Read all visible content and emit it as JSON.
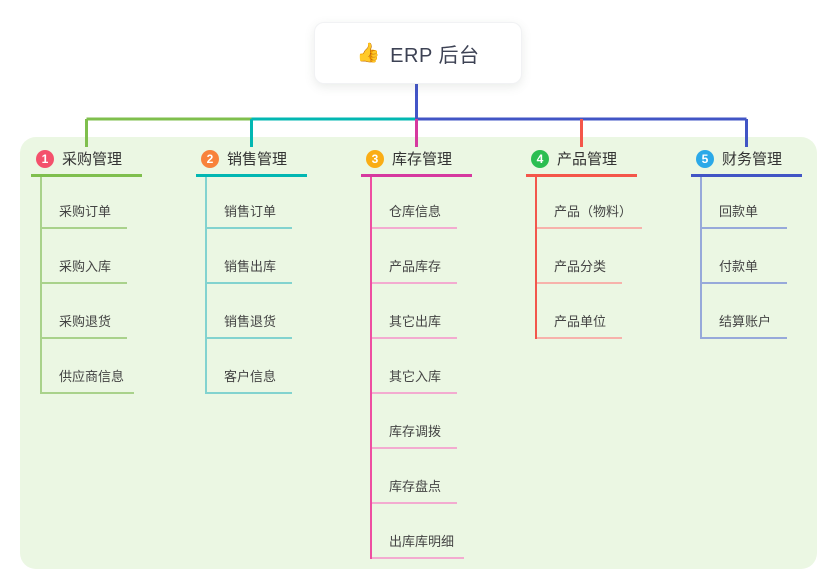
{
  "root": {
    "icon": "👍",
    "label": "ERP 后台"
  },
  "branches": [
    {
      "badge": "1",
      "badge_color": "#F4516C",
      "label": "采购管理",
      "line_color": "#7FBF4D",
      "spine_color": "#A9D28B",
      "child_line_color": "#A9D28B",
      "children": [
        "采购订单",
        "采购入库",
        "采购退货",
        "供应商信息"
      ]
    },
    {
      "badge": "2",
      "badge_color": "#F8823B",
      "label": "销售管理",
      "line_color": "#02B7B2",
      "spine_color": "#82D3CF",
      "child_line_color": "#82D3CF",
      "children": [
        "销售订单",
        "销售出库",
        "销售退货",
        "客户信息"
      ]
    },
    {
      "badge": "3",
      "badge_color": "#FAAD15",
      "label": "库存管理",
      "line_color": "#D6399F",
      "spine_color": "#EE4FA1",
      "child_line_color": "#F3ABD0",
      "children": [
        "仓库信息",
        "产品库存",
        "其它出库",
        "其它入库",
        "库存调拨",
        "库存盘点",
        "出库库明细"
      ]
    },
    {
      "badge": "4",
      "badge_color": "#2BBE51",
      "label": "产品管理",
      "line_color": "#F4564A",
      "spine_color": "#F2574C",
      "child_line_color": "#F7B2AB",
      "children": [
        "产品（物料）",
        "产品分类",
        "产品单位"
      ]
    },
    {
      "badge": "5",
      "badge_color": "#2BA9E8",
      "label": "财务管理",
      "line_color": "#4155C5",
      "spine_color": "#97A9DA",
      "child_line_color": "#97A9DA",
      "children": [
        "回款单",
        "付款单",
        "结算账户"
      ]
    }
  ],
  "colors": {
    "page_bg": "#FFFFFF",
    "panel_bg": "#EBF7E3",
    "trunk": "#4355C8",
    "title_text": "#333333",
    "child_text": "#444444",
    "root_text": "#3D4254"
  }
}
